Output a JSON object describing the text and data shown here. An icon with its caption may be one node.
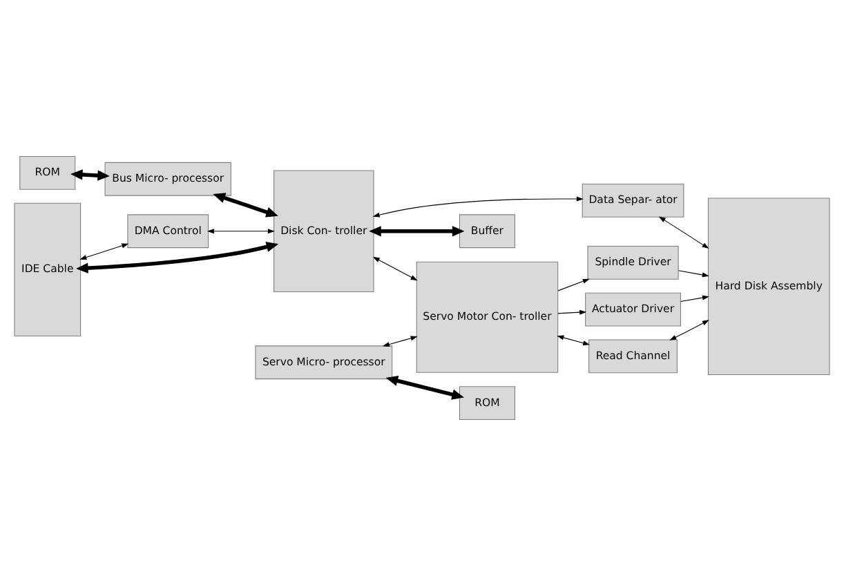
{
  "diagram": {
    "nodes": [
      {
        "text": [
          "ROM"
        ]
      },
      {
        "text": [
          "Bus Micro- processor"
        ]
      },
      {
        "text": [
          "Servo Micro- processor"
        ]
      },
      {
        "text": [
          "ROM"
        ]
      },
      {
        "text": [
          "IDE Cable"
        ]
      },
      {
        "text": [
          "Disk Con- troller"
        ]
      },
      {
        "text": [
          "Servo Motor Con- troller"
        ]
      },
      {
        "text": [
          "Spindle Driver"
        ]
      },
      {
        "text": [
          "Actuator Driver"
        ]
      },
      {
        "text": [
          "Hard Disk Assembly"
        ]
      },
      {
        "text": [
          "Read Channel"
        ]
      },
      {
        "text": [
          "DMA Control"
        ]
      },
      {
        "text": [
          "Data Separ- ator"
        ]
      },
      {
        "text": [
          "Buffer"
        ]
      }
    ],
    "edges": [
      {
        "from": 0,
        "to": 1,
        "arrow": "both",
        "style": "thick"
      },
      {
        "from": 2,
        "to": 3,
        "arrow": "both",
        "style": "thick"
      },
      {
        "from": 1,
        "to": 5,
        "arrow": "both",
        "style": "thick"
      },
      {
        "from": 4,
        "to": 5,
        "arrow": "both",
        "style": "thick"
      },
      {
        "from": 2,
        "to": 6,
        "arrow": "both"
      },
      {
        "from": 5,
        "to": 6,
        "arrow": "both"
      },
      {
        "from": 6,
        "to": 7,
        "arrow": "to"
      },
      {
        "from": 6,
        "to": 8,
        "arrow": "to"
      },
      {
        "from": 7,
        "to": 9,
        "arrow": "to"
      },
      {
        "from": 8,
        "to": 9,
        "arrow": "to"
      },
      {
        "from": 6,
        "to": 10,
        "arrow": "both"
      },
      {
        "from": 10,
        "to": 9,
        "arrow": "both"
      },
      {
        "from": 4,
        "to": 11,
        "arrow": "both"
      },
      {
        "from": 11,
        "to": 5,
        "arrow": "both"
      },
      {
        "from": 5,
        "to": 12,
        "arrow": "both"
      },
      {
        "from": 12,
        "to": 9,
        "arrow": "both"
      },
      {
        "from": 5,
        "to": 13,
        "arrow": "both",
        "style": "thick"
      }
    ]
  }
}
